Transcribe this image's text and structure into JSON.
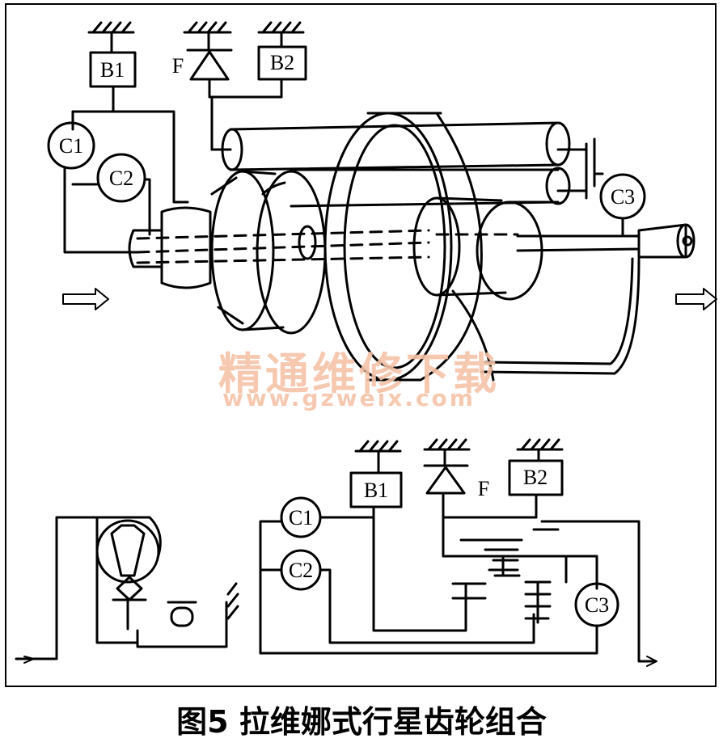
{
  "caption": "图5 拉维娜式行星齿轮组合",
  "watermark": {
    "cn": "精通维修下载",
    "url": "www.gzweix.com"
  },
  "labels": {
    "b1": "B1",
    "b2": "B2",
    "f": "F",
    "c1": "C1",
    "c2": "C2",
    "c3": "C3"
  }
}
